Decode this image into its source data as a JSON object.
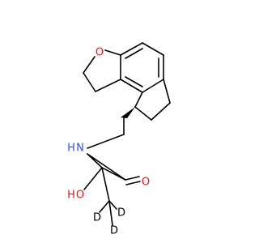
{
  "diagram": {
    "atoms": {
      "ring_oxygen": "O",
      "amide_nitrogen": "N",
      "amide_hydrogen": "H",
      "hydroxyl_oxygen": "O",
      "hydroxyl_hydrogen": "H",
      "carbonyl_oxygen": "O",
      "deuterium_1": "D",
      "deuterium_2": "D",
      "deuterium_3": "D"
    },
    "colors": {
      "bond": "#000000",
      "oxygen": "#ff0d0d",
      "nitrogen": "#3050f8",
      "carbon_hydrogen_label": "#000000"
    }
  }
}
